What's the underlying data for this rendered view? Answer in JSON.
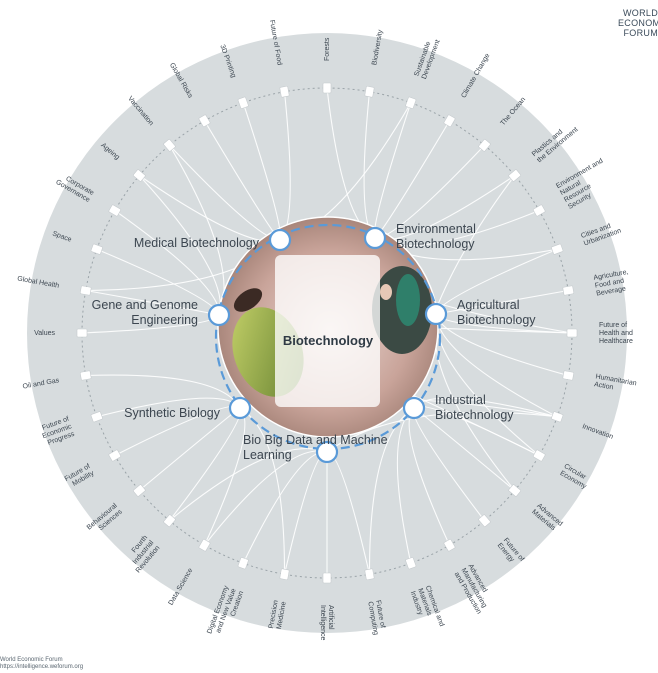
{
  "diagram": {
    "center_title": "Biotechnology",
    "colors": {
      "background": "#ffffff",
      "disc": "#d7dcde",
      "ring_dash": "#5a9ad8",
      "node_fill": "#ffffff",
      "node_stroke": "#5a9ad8",
      "link": "#ffffff",
      "text": "#3c4650"
    },
    "subtopics": [
      "Medical Biotechnology",
      "Environmental Biotechnology",
      "Agricultural Biotechnology",
      "Industrial Biotechnology",
      "Bio Big Data and Machine Learning",
      "Synthetic Biology",
      "Gene and Genome Engineering"
    ],
    "outer_topics": [
      "Biodiversity",
      "Sustainable Development",
      "Climate Change",
      "The Ocean",
      "Plastics and the Environment",
      "Environment and Natural Resource Security",
      "Cities and Urbanization",
      "Agriculture, Food and Beverage",
      "Future of Health and Healthcare",
      "Humanitarian Action",
      "Innovation",
      "Circular Economy",
      "Advanced Materials",
      "Future of Energy",
      "Advanced Manufacturing and Production",
      "Chemical and Materials Industry",
      "Future of Computing",
      "Artificial Intelligence",
      "Precision Medicine",
      "Digital Economy and New Value Creation",
      "Data Science",
      "Fourth Industrial Revolution",
      "Behavioural Sciences",
      "Future of Mobility",
      "Future of Economic Progress",
      "Oil and Gas",
      "Values",
      "Global Health",
      "Space",
      "Corporate Governance",
      "Ageing",
      "Vaccination",
      "Global Risks",
      "3D Printing",
      "Future of Food",
      "Forests"
    ]
  },
  "branding": {
    "logo_lines": [
      "WORLD",
      "ECONOMIC",
      "FORUM"
    ],
    "footer_lines": [
      "World Economic Forum",
      "https://intelligence.weforum.org"
    ]
  }
}
